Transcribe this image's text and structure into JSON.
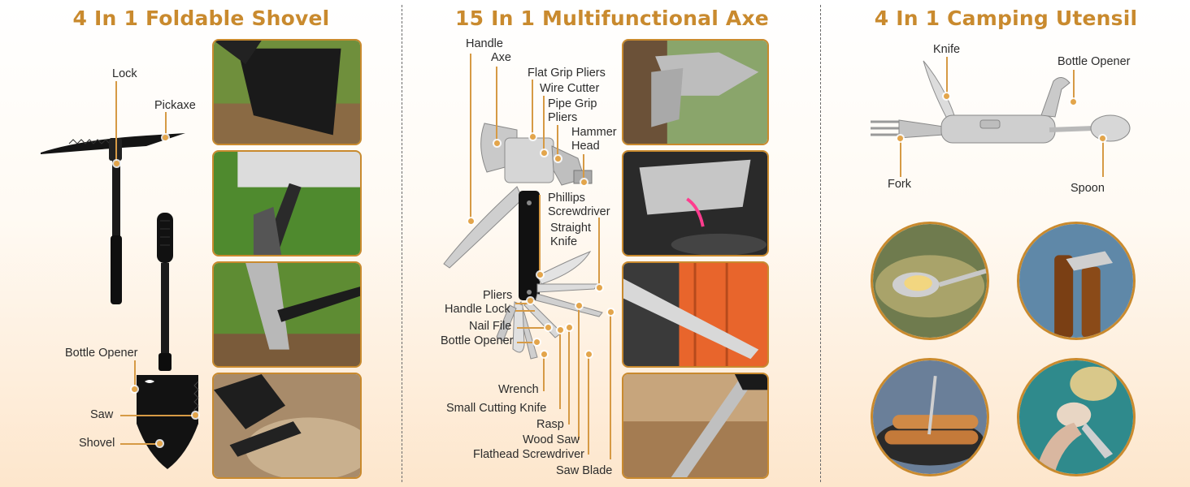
{
  "panels": {
    "shovel": {
      "title": "4 In 1 Foldable Shovel",
      "labels": {
        "lock": "Lock",
        "pickaxe": "Pickaxe",
        "bottle_opener": "Bottle Opener",
        "saw": "Saw",
        "shovel": "Shovel"
      }
    },
    "axe": {
      "title": "15 In 1 Multifunctional Axe",
      "labels": {
        "handle": "Handle",
        "axe": "Axe",
        "flat_grip_pliers": "Flat Grip Pliers",
        "wire_cutter": "Wire Cutter",
        "pipe_grip_pliers_1": "Pipe Grip",
        "pipe_grip_pliers_2": "Pliers",
        "hammer_head_1": "Hammer",
        "hammer_head_2": "Head",
        "phillips_screwdriver_1": "Phillips",
        "phillips_screwdriver_2": "Screwdriver",
        "straight_knife_1": "Straight",
        "straight_knife_2": "Knife",
        "pliers": "Pliers",
        "handle_lock": "Handle Lock",
        "nail_file": "Nail File",
        "bottle_opener": "Bottle Opener",
        "wrench": "Wrench",
        "small_cutting_knife": "Small Cutting Knife",
        "rasp": "Rasp",
        "wood_saw": "Wood Saw",
        "flathead_screwdriver": "Flathead Screwdriver",
        "saw_blade": "Saw Blade"
      }
    },
    "utensil": {
      "title": "4 In 1 Camping Utensil",
      "labels": {
        "knife": "Knife",
        "bottle_opener": "Bottle Opener",
        "fork": "Fork",
        "spoon": "Spoon"
      }
    }
  },
  "colors": {
    "accent": "#c98a2e",
    "marker": "#e3a54b"
  }
}
